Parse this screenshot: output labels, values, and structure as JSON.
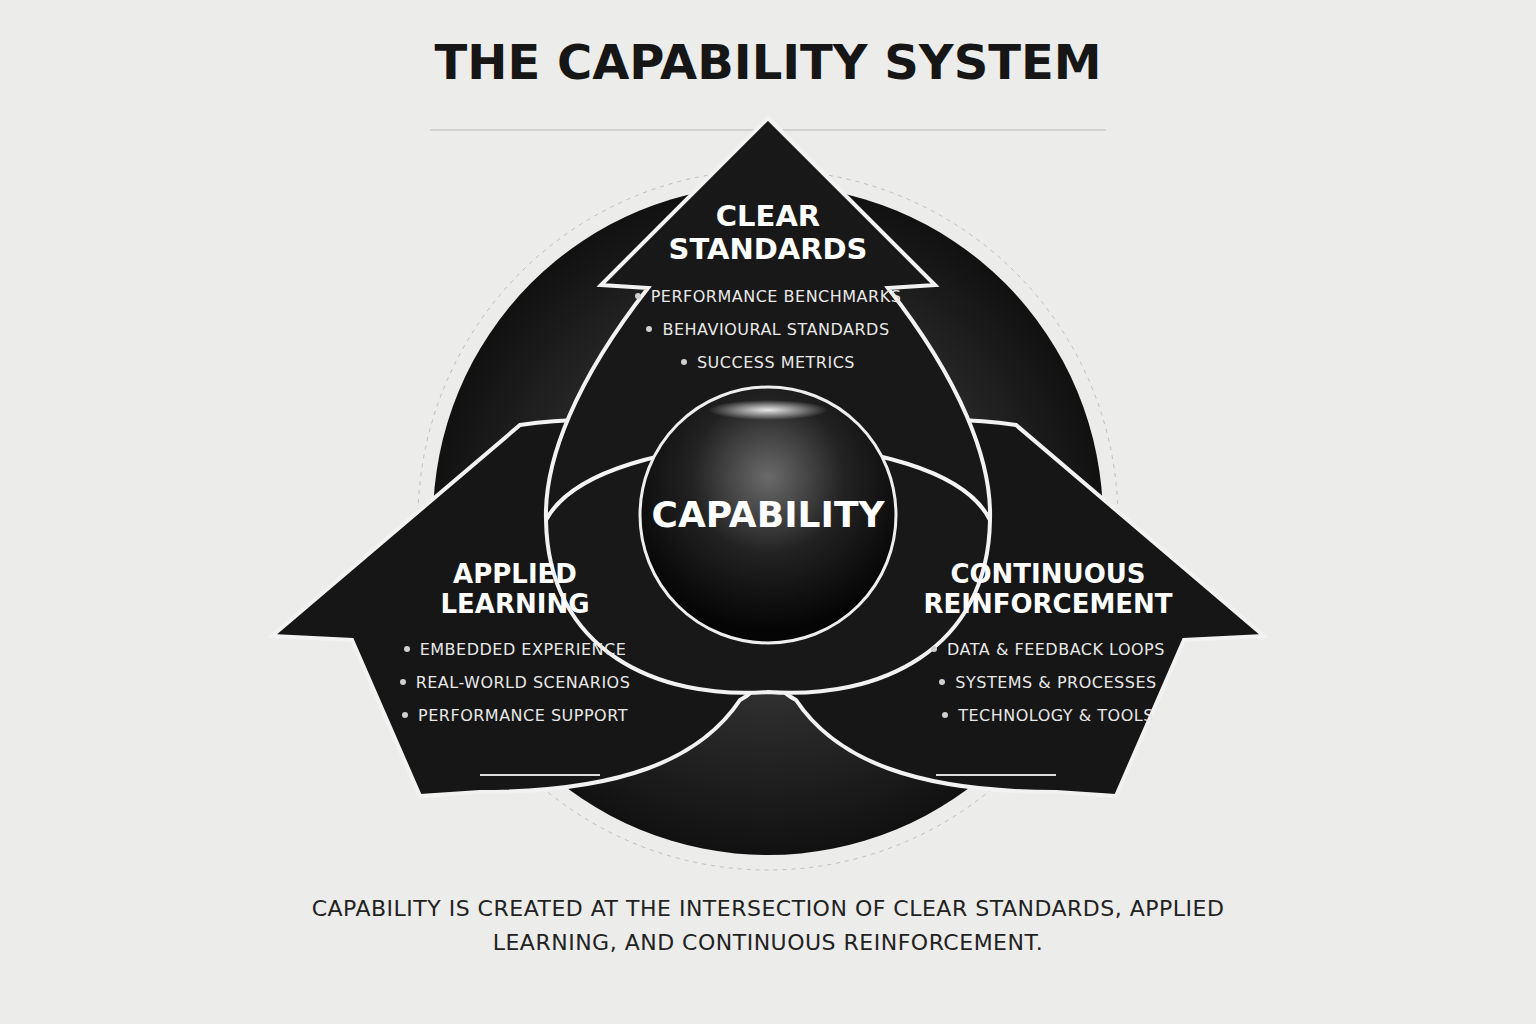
{
  "diagram": {
    "title": "THE CAPABILITY SYSTEM",
    "caption": "CAPABILITY IS CREATED AT THE INTERSECTION OF CLEAR STANDARDS, APPLIED LEARNING, AND CONTINUOUS REINFORCEMENT.",
    "nodes": [
      {
        "text": [
          "CLEAR STANDARDS",
          "PERFORMANCE BENCHMARKS",
          "BEHAVIOURAL STANDARDS",
          "SUCCESS METRICS"
        ]
      },
      {
        "text": [
          "CAPABILITY"
        ]
      },
      {
        "text": [
          "APPLIED LEARNING",
          "EMBEDDED EXPERIENCE",
          "REAL-WORLD SCENARIOS",
          "PERFORMANCE SUPPORT"
        ]
      },
      {
        "text": [
          "CONTINUOUS REINFORCEMENT",
          "DATA & FEEDBACK LOOPS",
          "SYSTEMS & PROCESSES",
          "TECHNOLOGY & TOOLS"
        ]
      }
    ]
  }
}
